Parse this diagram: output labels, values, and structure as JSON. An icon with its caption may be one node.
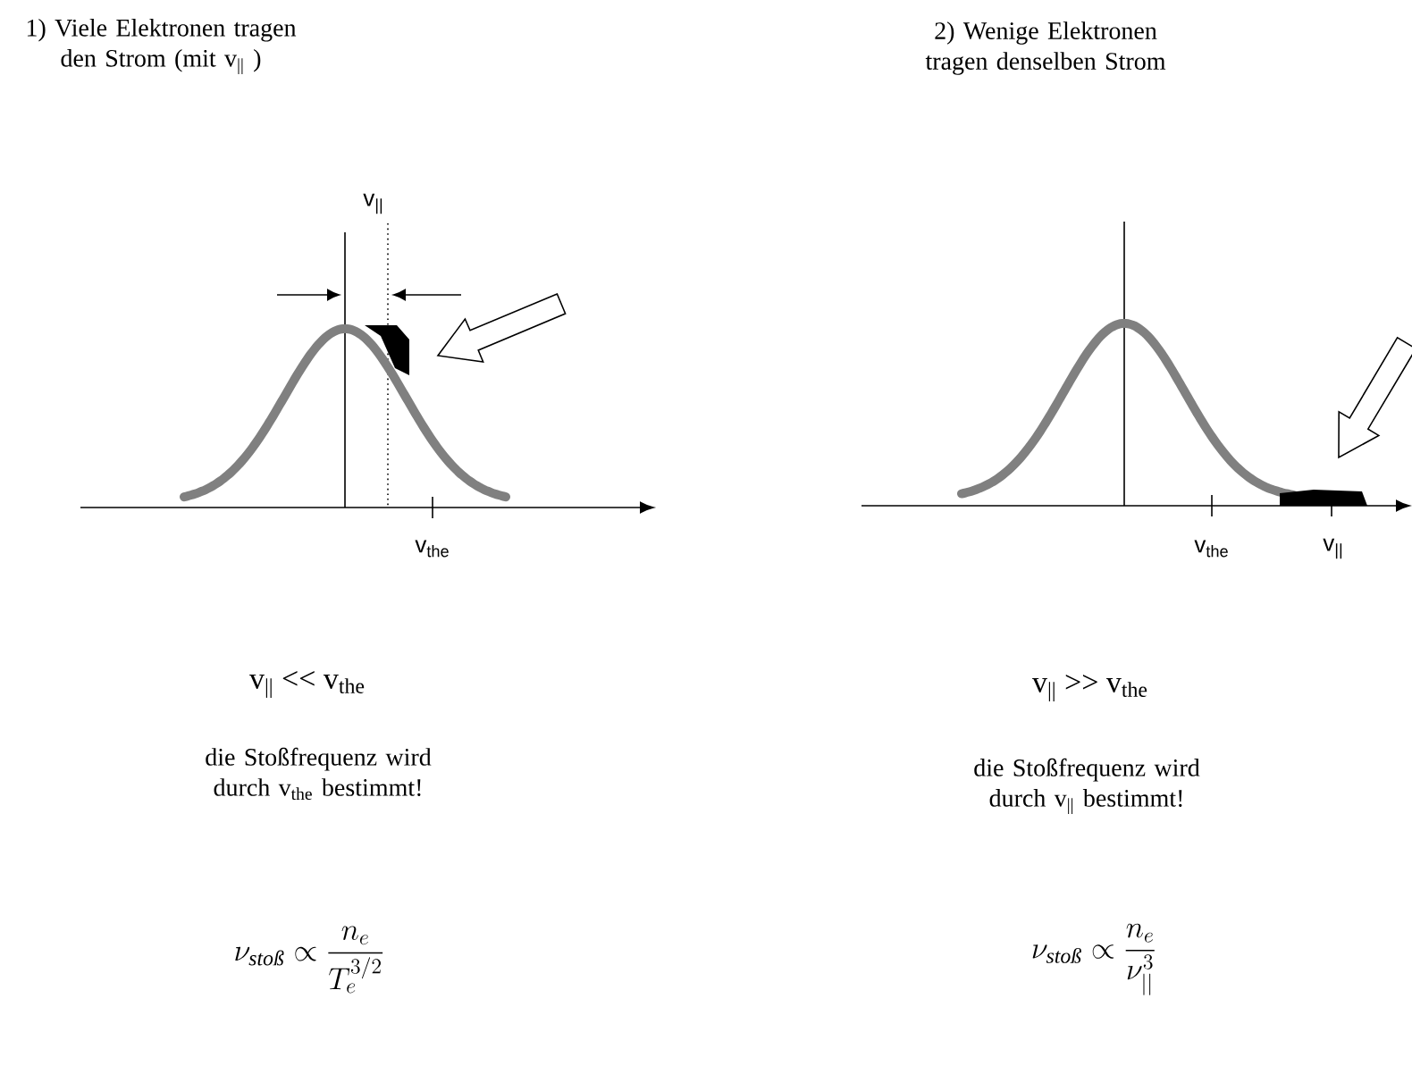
{
  "diagram": {
    "labels": [
      "1) Viele Elektronen tragen den Strom (mit v$_{||}$ )",
      "2) Wenige Elektronen tragen denselben Strom",
      "v$_{||}$",
      "v$_{the}$",
      "v$_{the}$",
      "v$_{||}$",
      "v$_{||}$ << v$_{the}$",
      "v$_{||}$ >> v$_{the}$",
      "die Stoßfrequenz wird durch v$_{the}$ bestimmt!",
      "die Stoßfrequenz wird durch v$_{||}$ bestimmt!",
      "\\nu_{\\textit{stoß}} \\propto \\frac{n_e}{T_e^{3/2}}",
      "\\nu_{\\textit{stoß}} \\propto \\frac{n_e}{\\nu_{||}^{3}}"
    ]
  }
}
